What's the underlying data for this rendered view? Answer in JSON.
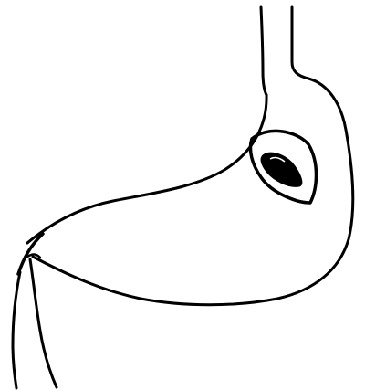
{
  "figure": {
    "background": "#ffffff",
    "ink_color": "#000000",
    "parts": [
      {
        "key": "esophagus",
        "icon": "esophagus-tube-icon"
      },
      {
        "key": "stomach",
        "icon": "stomach-outline-icon"
      },
      {
        "key": "pylorus",
        "icon": "pylorus-constriction-icon"
      },
      {
        "key": "duodenum",
        "icon": "duodenum-tube-icon"
      },
      {
        "key": "ulcer",
        "icon": "ulcer-crater-icon"
      }
    ]
  }
}
